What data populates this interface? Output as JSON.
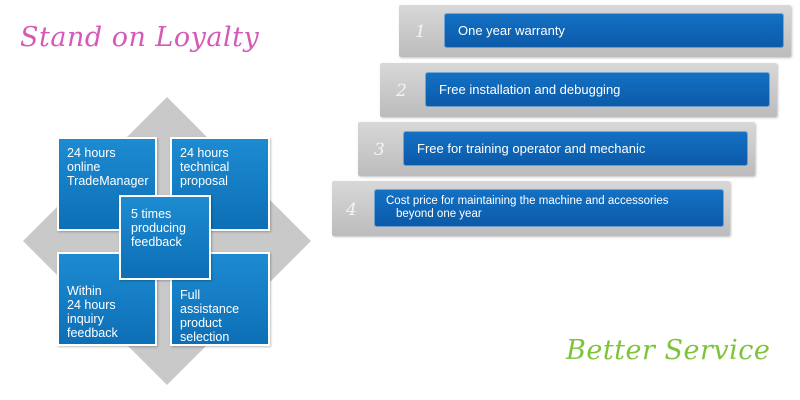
{
  "headings": {
    "loyalty": "Stand on Loyalty",
    "better_service": "Better Service"
  },
  "diamond": {
    "top_left": [
      "24 hours",
      "online",
      "TradeManager"
    ],
    "top_right": [
      "24 hours",
      "technical",
      "proposal"
    ],
    "center": [
      "5 times",
      "producing",
      "feedback"
    ],
    "bottom_left": [
      "Within",
      "24 hours",
      "inquiry",
      "feedback"
    ],
    "bottom_right": [
      "Full assistance",
      "product",
      "selection"
    ]
  },
  "steps": [
    {
      "number": "1",
      "label": "One year warranty"
    },
    {
      "number": "2",
      "label": "Free installation and debugging"
    },
    {
      "number": "3",
      "label": "Free for training operator and mechanic"
    },
    {
      "number": "4",
      "label_lines": [
        "Cost price for maintaining the machine and accessories",
        "beyond one year"
      ]
    }
  ],
  "colors": {
    "loyalty_pink": "#d659b7",
    "service_green": "#7ec43a",
    "square_blue": "#1a82cb",
    "bar_blue": "#1166b9",
    "step_gray": "#c8c8c8",
    "diamond_gray": "#c9c9c9"
  }
}
